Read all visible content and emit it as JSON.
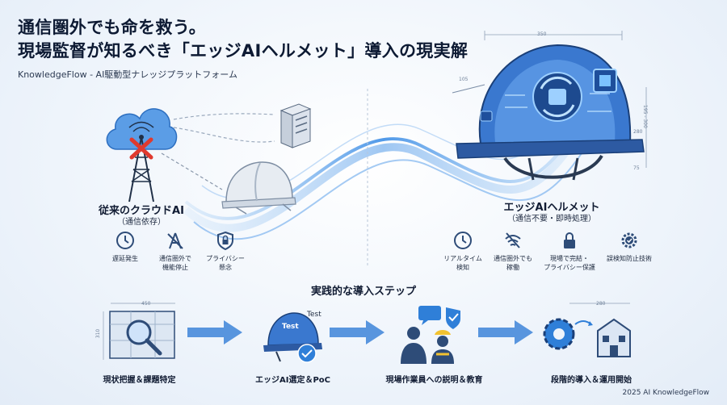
{
  "title_line1": "通信圏外でも命を救う。",
  "title_line2": "現場監督が知るべき「エッジAIヘルメット」導入の現実解",
  "subtitle": "KnowledgeFlow - AI駆動型ナレッジプラットフォーム",
  "left": {
    "heading": "従来のクラウドAI",
    "sub": "（通信依存）",
    "features": [
      "遅延発生",
      "通信圏外で\n機能停止",
      "プライバシー\n懸念"
    ]
  },
  "right": {
    "heading": "エッジAIヘルメット",
    "sub": "（通信不要・即時処理）",
    "features": [
      "リアルタイム\n検知",
      "通信圏外でも\n稼働",
      "現場で完結・\nプライバシー保護",
      "誤検知防止技術"
    ]
  },
  "dims": {
    "helmet_width": "350",
    "helmet_side": "105",
    "helmet_height": "195 - 300",
    "d1": "280",
    "d2": "75",
    "step1_w": "450",
    "step1_h": "310",
    "step4_w": "280"
  },
  "steps_title": "実践的な導入ステップ",
  "steps": [
    "現状把握＆課題特定",
    "エッジAI選定＆PoC",
    "現場作業員への説明＆教育",
    "段階的導入＆運用開始"
  ],
  "test_label": "Test",
  "footer": "2025 AI KnowledgeFlow",
  "colors": {
    "accent": "#2f7fd8",
    "dark": "#16233a",
    "red": "#e03a2e"
  }
}
